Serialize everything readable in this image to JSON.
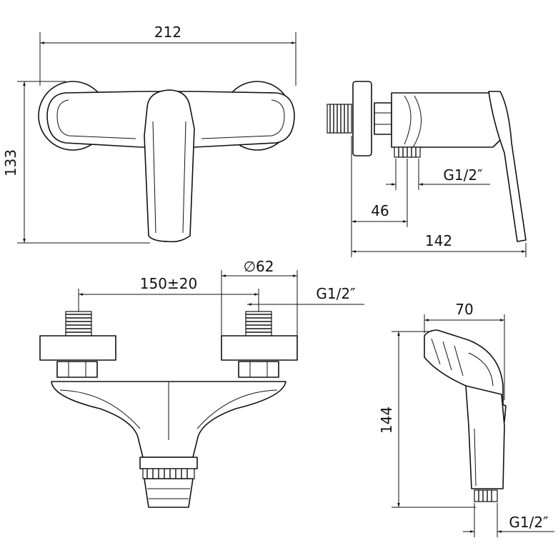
{
  "dimensions": {
    "front_width": "212",
    "front_height": "133",
    "side_inlet": "G1/2″",
    "side_depth_offset": "46",
    "side_depth_total": "142",
    "bottom_center_distance": "150±20",
    "bottom_flange_diameter": "∅62",
    "bottom_inlet": "G1/2″",
    "handshower_width": "70",
    "handshower_height": "144",
    "handshower_outlet": "G1/2″"
  }
}
